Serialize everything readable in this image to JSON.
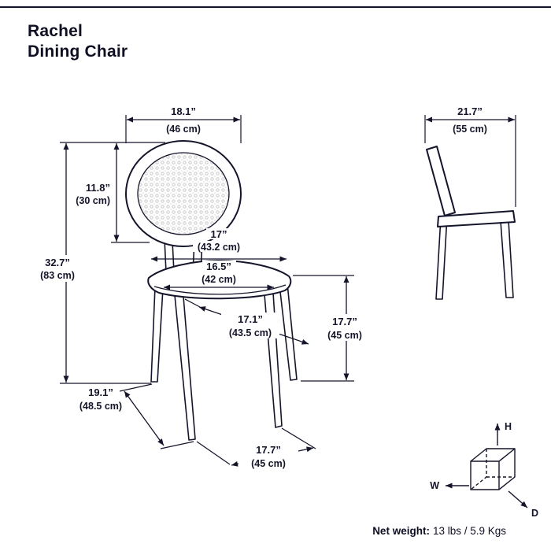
{
  "title": {
    "line1": "Rachel",
    "line2": "Dining Chair"
  },
  "dims": {
    "back_width": {
      "in": "18.1”",
      "cm": "(46 cm)"
    },
    "back_height": {
      "in": "11.8”",
      "cm": "(30 cm)"
    },
    "overall_height": {
      "in": "32.7”",
      "cm": "(83 cm)"
    },
    "seat_back_width": {
      "in": "17”",
      "cm": "(43.2 cm)"
    },
    "seat_width": {
      "in": "16.5”",
      "cm": "(42 cm)"
    },
    "seat_depth": {
      "in": "17.1”",
      "cm": "(43.5 cm)"
    },
    "seat_height": {
      "in": "17.7”",
      "cm": "(45 cm)"
    },
    "floor_depth": {
      "in": "19.1”",
      "cm": "(48.5 cm)"
    },
    "front_width": {
      "in": "17.7”",
      "cm": "(45 cm)"
    },
    "side_depth": {
      "in": "21.7”",
      "cm": "(55 cm)"
    }
  },
  "axis_cube": {
    "up": "H",
    "left": "W",
    "diag": "D"
  },
  "footer": {
    "label": "Net weight:",
    "value": "13 lbs / 5.9 Kgs"
  },
  "colors": {
    "ink": "#14142a",
    "cane": "#c4c4c4",
    "background": "#ffffff"
  }
}
